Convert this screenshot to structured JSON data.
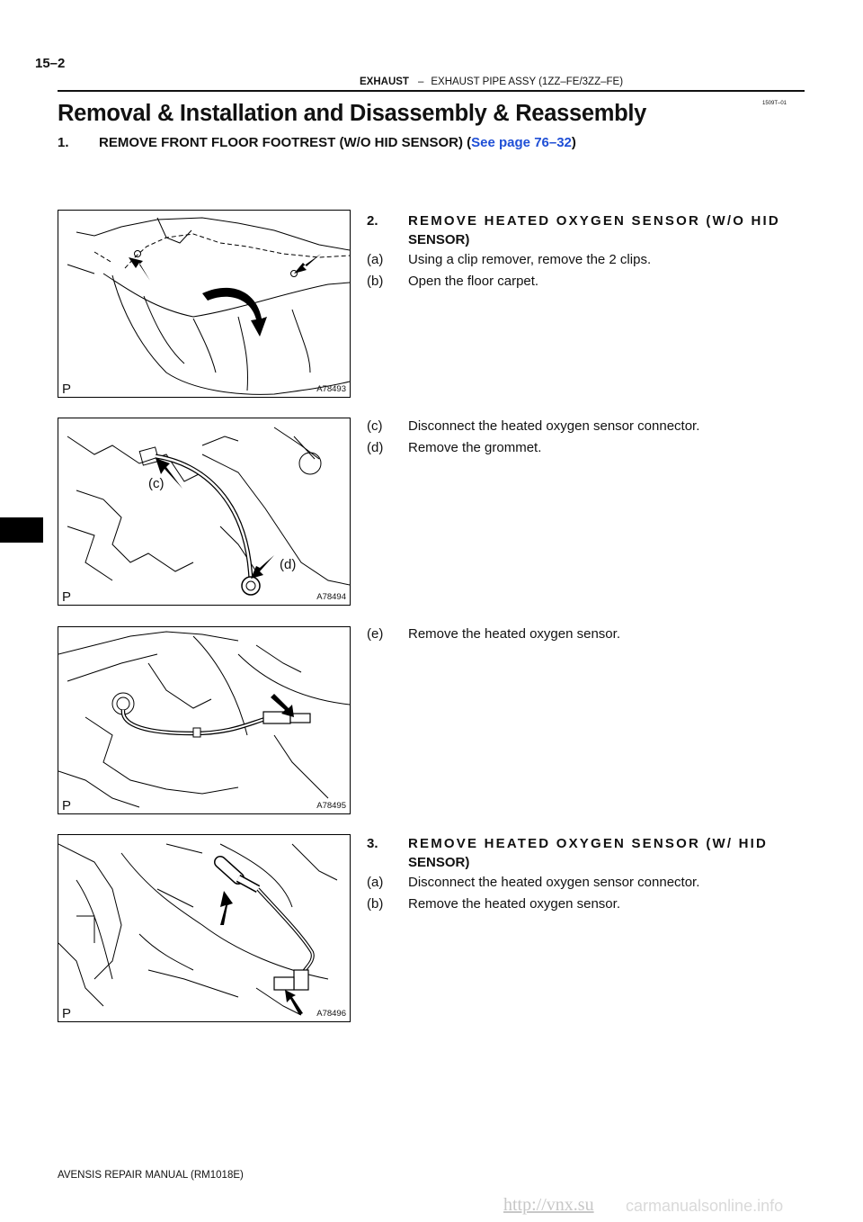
{
  "header": {
    "page_number": "15–2",
    "section": "EXHAUST",
    "separator": "–",
    "subsection": "EXHAUST PIPE ASSY (1ZZ–FE/3ZZ–FE)",
    "doc_id": "1509T–01"
  },
  "title": "Removal & Installation and Disassembly & Reassembly",
  "step1": {
    "number": "1.",
    "text": "REMOVE FRONT FLOOR FOOTREST (W/O HID SENSOR) (",
    "link": "See page 76–32",
    "close": ")"
  },
  "figures": [
    {
      "p_label": "P",
      "code": "A78493"
    },
    {
      "p_label": "P",
      "code": "A78494",
      "callout_c": "(c)",
      "callout_d": "(d)"
    },
    {
      "p_label": "P",
      "code": "A78495"
    },
    {
      "p_label": "P",
      "code": "A78496"
    }
  ],
  "step2": {
    "number": "2.",
    "heading": "REMOVE HEATED OXYGEN SENSOR (W/O HID",
    "heading_cont": "SENSOR)",
    "substeps": [
      {
        "label": "(a)",
        "text": "Using a clip remover, remove the 2 clips."
      },
      {
        "label": "(b)",
        "text": "Open the floor carpet."
      },
      {
        "label": "(c)",
        "text": "Disconnect the heated oxygen sensor connector."
      },
      {
        "label": "(d)",
        "text": "Remove the grommet."
      },
      {
        "label": "(e)",
        "text": "Remove the heated oxygen sensor."
      }
    ]
  },
  "step3": {
    "number": "3.",
    "heading": "REMOVE HEATED OXYGEN SENSOR (W/ HID",
    "heading_cont": "SENSOR)",
    "substeps": [
      {
        "label": "(a)",
        "text": "Disconnect the heated oxygen sensor connector."
      },
      {
        "label": "(b)",
        "text": "Remove the heated oxygen sensor."
      }
    ]
  },
  "footer": "AVENSIS REPAIR MANUAL   (RM1018E)",
  "watermark": "http://vnx.su",
  "watermark2": "carmanualsonline.info"
}
